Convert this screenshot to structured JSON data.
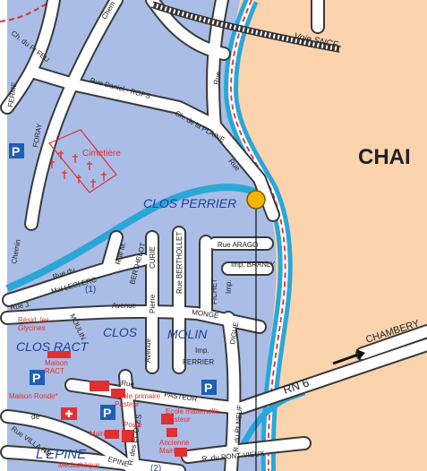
{
  "colors": {
    "land_blue": "#a9bde6",
    "land_peach": "#fbd3ad",
    "water": "#2aa7d8",
    "road": "#ffffff",
    "road_outline": "#3a3a3a",
    "red_text": "#e03030",
    "blue_text": "#1f3f9a",
    "marker": "#f5b400",
    "parking_blue": "#1e5fb4"
  },
  "map": {
    "places": {
      "city_partial": "CHAI",
      "clos_perrier": "CLOS PERRIER",
      "clos_ract": "CLOS RACT",
      "clos": "CLOS",
      "molin": "MOLIN",
      "epine": "L'EPINE",
      "chambery": "CHAMBERY"
    },
    "road_route": "RN 6",
    "rail_label": "Voie SNCF",
    "streets": {
      "ch_du_pt_feu": "Ch.  du  Pt  FEU",
      "chem_top": "Chem",
      "forav": "FORAY",
      "ferme": "FERME",
      "chemin": "Chemin",
      "rue_daniel_rops": "Rue     Daniel  -  ROPS",
      "ch_de_la_plaine": "Ch. de la PLAINE",
      "rue_right": "Rue",
      "rue_label2": "Rue",
      "rue_arago": "Rue  ARAGO",
      "imp_branly": "Imp. BRANLY",
      "rue_berthollet": "Rue  BERTHOLLET",
      "curie": "CURIE",
      "berthelot": "BERTHELOT",
      "rue_m": "Rue M.",
      "rue_du": "Rue du",
      "mal_leclerc": "Mal LECLERC",
      "rue_j": "Rue   J.",
      "moulin": "MOULIN",
      "avenue": "Avenue",
      "pierre": "Pierre",
      "fichet": "FICHET",
      "imp": "Imp.",
      "monge": "MONGE",
      "digue": "DIGUE",
      "avenue_left": "Avenue",
      "imp_ferrier": "Imp.",
      "ferrier": "FERRIER",
      "rue_pasteur": "Rue",
      "pasteur": "PASTEUR",
      "r_des_ecoles": "R. des ECOLES",
      "r_du_pt_neuf": "R. du Pt NEUF",
      "r_du_pont_vieux": "R. du PONT-VIEUX",
      "de": "de",
      "rue_villa": "Rue VILLA RO",
      "epine_rue": "EPINE",
      "rue_villa2": "Rue"
    },
    "pois": {
      "cimetiere": "Cimetière",
      "resid_glycines": "Résid. les\nGlycines",
      "maison_ract": "Maison\nRACT",
      "maison_ronde": "Maison Ronde*",
      "ecole_primaire": "Ecole primaire\nPasteur",
      "ecole_maternelle": "Ecole maternelle\nPasteur",
      "poste": "Poste",
      "mairie": "Mairie",
      "ancienne_mairie": "Ancienne\nMairie",
      "mediatheque": "Médiathèque"
    },
    "badge_1": "(1)",
    "badge_2": "(2)",
    "parking": "P"
  }
}
